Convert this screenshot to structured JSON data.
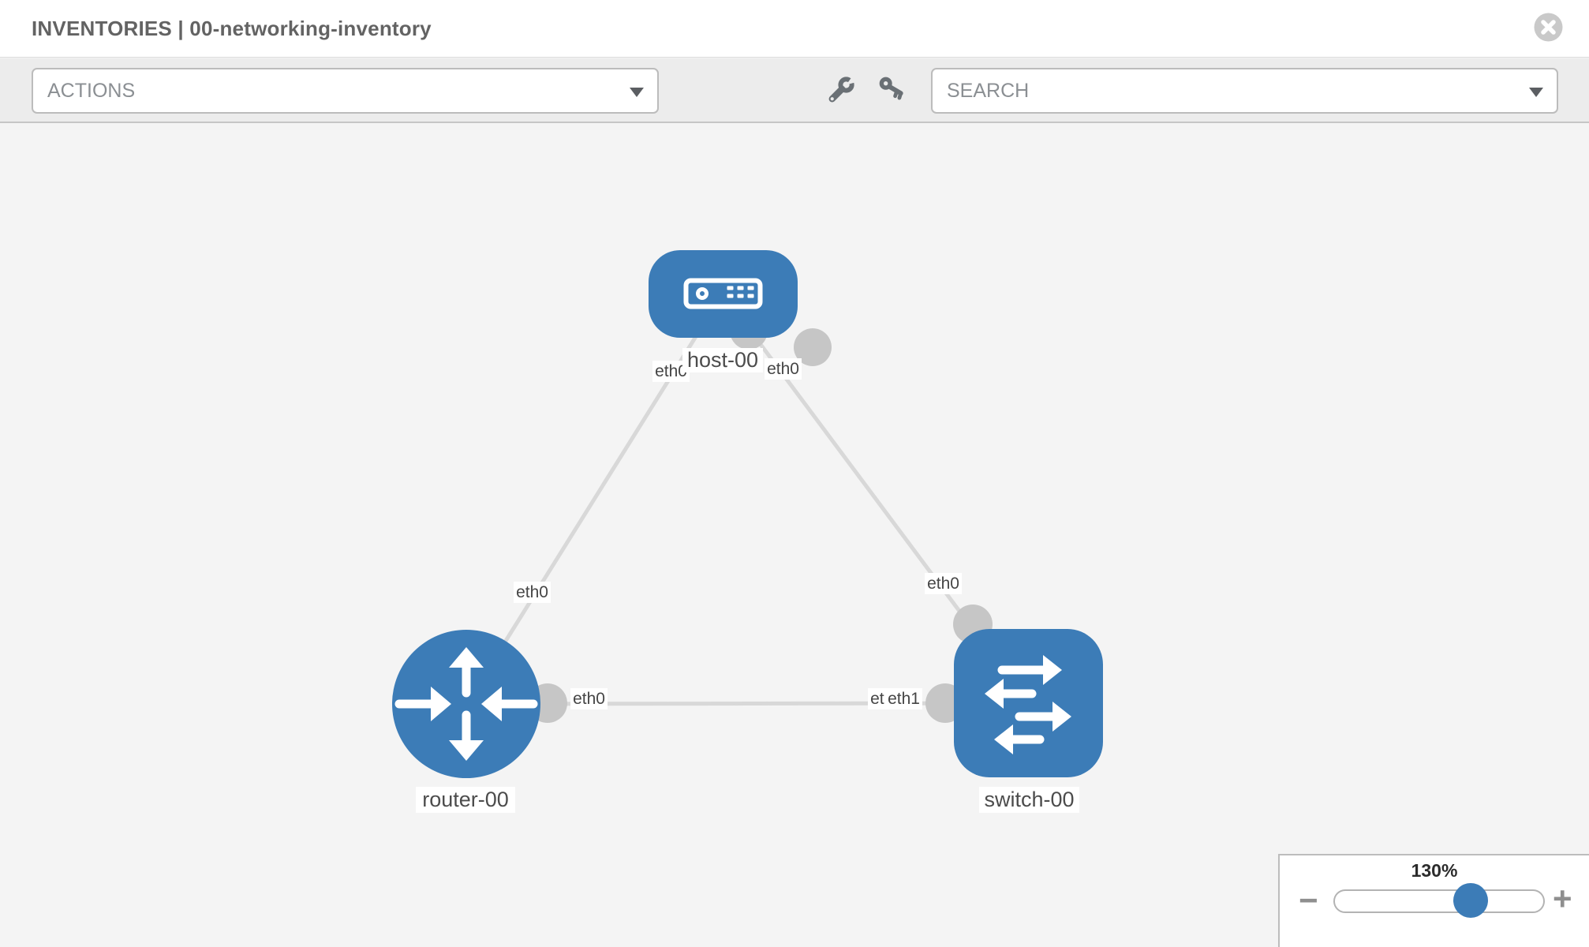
{
  "header": {
    "title": "INVENTORIES | 00-networking-inventory"
  },
  "toolbar": {
    "actions_label": "ACTIONS",
    "search_placeholder": "SEARCH"
  },
  "topology": {
    "nodes": [
      {
        "label": "host-00",
        "type": "host"
      },
      {
        "label": "router-00",
        "type": "router"
      },
      {
        "label": "switch-00",
        "type": "switch"
      }
    ],
    "links": [
      {
        "from": "host-00",
        "from_iface": "eth0",
        "to": "router-00",
        "to_iface": "eth0"
      },
      {
        "from": "host-00",
        "from_iface": "eth0",
        "to": "switch-00",
        "to_iface": "eth0"
      },
      {
        "from": "router-00",
        "from_iface": "eth0",
        "to": "switch-00",
        "to_iface": "eth1"
      }
    ],
    "iface_labels": {
      "host_router_at_host": "eth0",
      "host_switch_at_host": "eth0",
      "host_router_at_router": "eth0",
      "host_switch_at_switch": "eth0",
      "router_switch_at_router": "eth0",
      "router_switch_at_switch_behind": "eth0",
      "router_switch_at_switch": "eth1"
    }
  },
  "zoom_control": {
    "level": "130%",
    "minus_label": "−",
    "plus_label": "+"
  },
  "colors": {
    "node_blue": "#3c7cb7",
    "link_gray": "#d8d8d8",
    "port_gray": "#c6c6c6",
    "canvas_bg": "#f4f4f4",
    "toolbar_bg": "#ececec"
  }
}
